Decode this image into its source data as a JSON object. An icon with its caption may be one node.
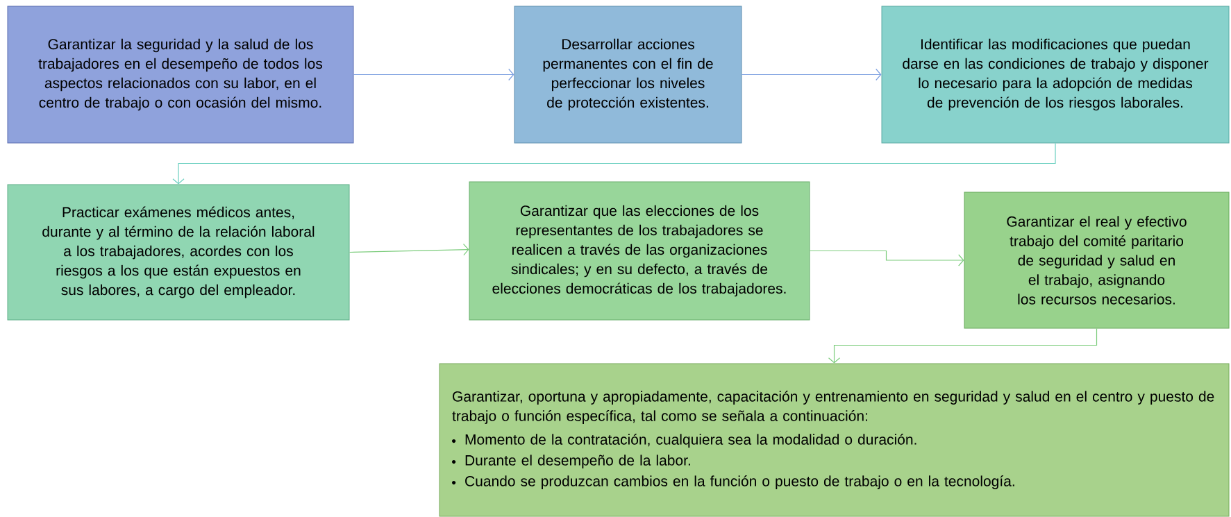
{
  "diagram": {
    "nodes": [
      {
        "text": [
          "Garantizar la seguridad y la salud de los trabajadores en el desempeño de todos los aspectos relacionados con su labor, en el centro de trabajo o con ocasión del mismo."
        ]
      },
      {
        "text": [
          "Desarrollar acciones permanentes con el fin de perfeccionar los niveles de protección existentes."
        ]
      },
      {
        "text": [
          "Identificar las modificaciones que puedan darse en las condiciones de trabajo y disponer lo necesario para la adopción de medidas de prevención de los riesgos laborales."
        ]
      },
      {
        "text": [
          "Practicar exámenes médicos antes, durante y al término de la relación laboral a los trabajadores, acordes con los riesgos a los que están expuestos en sus labores, a cargo del empleador."
        ]
      },
      {
        "text": [
          "Garantizar que las elecciones de los representantes de los trabajadores se realicen a través de las organizaciones sindicales; y en su defecto, a través de elecciones democráticas de los trabajadores."
        ]
      },
      {
        "text": [
          "Garantizar el real y efectivo trabajo del comité paritario de seguridad y salud en el trabajo, asignando los recursos necesarios."
        ]
      },
      {
        "text": [
          "Garantizar, oportuna y apropiadamente, capacitación y entrenamiento en seguridad y salud en el centro y puesto de trabajo o función específica, tal como se señala a continuación:",
          "Momento de la contratación, cualquiera sea la modalidad o duración.",
          "Durante el desempeño de la labor.",
          "Cuando se produzcan cambios en la función o puesto de trabajo o en la tecnología."
        ]
      }
    ],
    "edges": [
      {
        "from": 0,
        "to": 1,
        "arrow": "to",
        "color": "#7a9ee0"
      },
      {
        "from": 1,
        "to": 2,
        "arrow": "to",
        "color": "#7a9ee0"
      },
      {
        "from": 2,
        "to": 3,
        "arrow": "to",
        "color": "#6cd0c0"
      },
      {
        "from": 3,
        "to": 4,
        "arrow": "to"
      },
      {
        "from": 4,
        "to": 5,
        "arrow": "to"
      },
      {
        "from": 5,
        "to": 6,
        "arrow": "to"
      }
    ]
  }
}
